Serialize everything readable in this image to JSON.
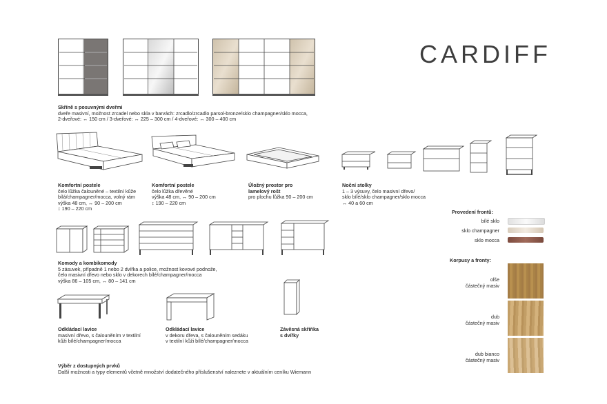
{
  "brand": {
    "title": "CARDIFF"
  },
  "wardrobes": {
    "title": "Skříně s posuvnými dveřmi",
    "lines": [
      "dveře masivní, možnost zrcadel nebo skla v barvách: zrcadlo/zrcadlo parsol-bronze/sklo champagner/sklo mocca,",
      "2-dveřové: ↔ 150 cm / 3-dveřové: ↔ 225 – 300 cm / 4-dveřové: ↔ 300 – 400 cm"
    ]
  },
  "comfort_bed_1": {
    "title": "Komfortní postele",
    "lines": [
      "čelo lůžka čalouněné – textilní kůže",
      "bílá/champagner/mocca, volný rám",
      "výška 48 cm, ↔ 90 – 200 cm",
      "↕ 190 – 220 cm"
    ]
  },
  "comfort_bed_2": {
    "title": "Komfortní postele",
    "lines": [
      "čelo lůžka dřevěné",
      "výška 48 cm, ↔ 90 – 200 cm",
      "↕ 190 – 220 cm"
    ]
  },
  "storage": {
    "title_lines": [
      "Úložný prostor pro",
      "lamelový rošt"
    ],
    "lines": [
      "pro plochu lůžka 90 – 200 cm"
    ]
  },
  "nightstands": {
    "title": "Noční stolky",
    "lines": [
      "1 – 3 výsuvy, čelo masivní dřevo/",
      "sklo bílé/sklo champagner/sklo mocca",
      "↔ 40 a 60 cm"
    ]
  },
  "commodes": {
    "title": "Komody a kombikomody",
    "lines": [
      "5 zásuvek, případně 1 nebo 2 dvířka a police, možnost kovové podnože,",
      "čelo masivní dřevo nebo sklo v dekorech bílé/champagner/mocca",
      "výška 86 – 105 cm, ↔ 80 – 141 cm"
    ]
  },
  "bench_1": {
    "title": "Odkládací lavice",
    "lines": [
      "masivní dřevo, s čalouněním v textilní",
      "kůži bílé/champagner/mocca"
    ]
  },
  "bench_2": {
    "title": "Odkládací lavice",
    "lines": [
      "v dekoru dřeva, s čalouněním sedáku",
      "v textilní kůži bílé/champagner/mocca"
    ]
  },
  "hanging": {
    "title_lines": [
      "Závěsná skříňka",
      "s dvířky"
    ]
  },
  "selection": {
    "title": "Výběr z dostupných prvků",
    "text": "Další možnosti a typy elementů včetně množství dodatečného příslušenství naleznete v aktuálním ceníku Wiemann"
  },
  "fronts": {
    "title": "Provedení frontů:",
    "items": [
      {
        "label": "bílé sklo",
        "color": "#eeeeee"
      },
      {
        "label": "sklo champagner",
        "color": "#e6ddd2"
      },
      {
        "label": "sklo mocca",
        "color": "#8a5a4c"
      }
    ]
  },
  "bodies": {
    "title": "Korpusy a fronty:",
    "items": [
      {
        "lines": [
          "olše",
          "částečný masiv"
        ],
        "color": "#b08a52"
      },
      {
        "lines": [
          "dub",
          "částečný masiv"
        ],
        "color": "#c9a56f"
      },
      {
        "lines": [
          "dub bianco",
          "částečný masiv"
        ],
        "color": "#d2b285"
      }
    ]
  }
}
